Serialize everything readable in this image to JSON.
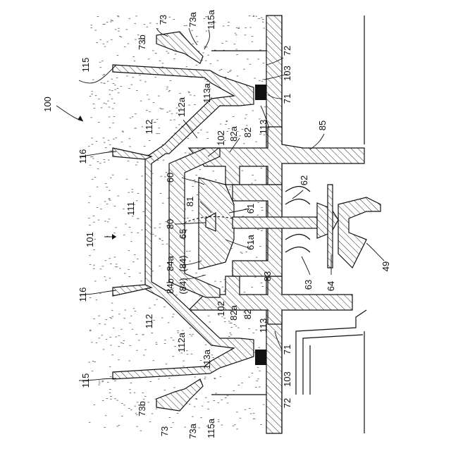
{
  "labels": {
    "n73_top": "73",
    "n73b_top": "73b",
    "n73a_top": "73a",
    "n115a_top": "115a",
    "n115_top": "115",
    "n72_top": "72",
    "n103_top": "103",
    "n113a_top": "113a",
    "n71_top": "71",
    "n113_top": "113",
    "n100": "100",
    "n112a_top": "112a",
    "n112_top": "112",
    "n102_top": "102",
    "n82a_top": "82a",
    "n82_top": "82",
    "n85": "85",
    "n116_top": "116",
    "n60": "60",
    "n62": "62",
    "n81": "81",
    "n61": "61",
    "n111": "111",
    "n80": "80",
    "n65": "65",
    "n61a": "61a",
    "n101": "101",
    "n84a": "84a",
    "n84p1": "(84)",
    "n84b": "84b",
    "n84p2": "(84)",
    "n83": "83",
    "n63": "63",
    "n64": "64",
    "n49": "49",
    "n116_bot": "116",
    "n102_bot": "102",
    "n82a_bot": "82a",
    "n82_bot": "82",
    "n112_bot": "112",
    "n112a_bot": "112a",
    "n113_bot": "113",
    "n71_bot": "71",
    "n113a_bot": "113a",
    "n115_bot": "115",
    "n103_bot": "103",
    "n72_bot": "72",
    "n73b_bot": "73b",
    "n73_bot": "73",
    "n73a_bot": "73a",
    "n115a_bot": "115a"
  }
}
